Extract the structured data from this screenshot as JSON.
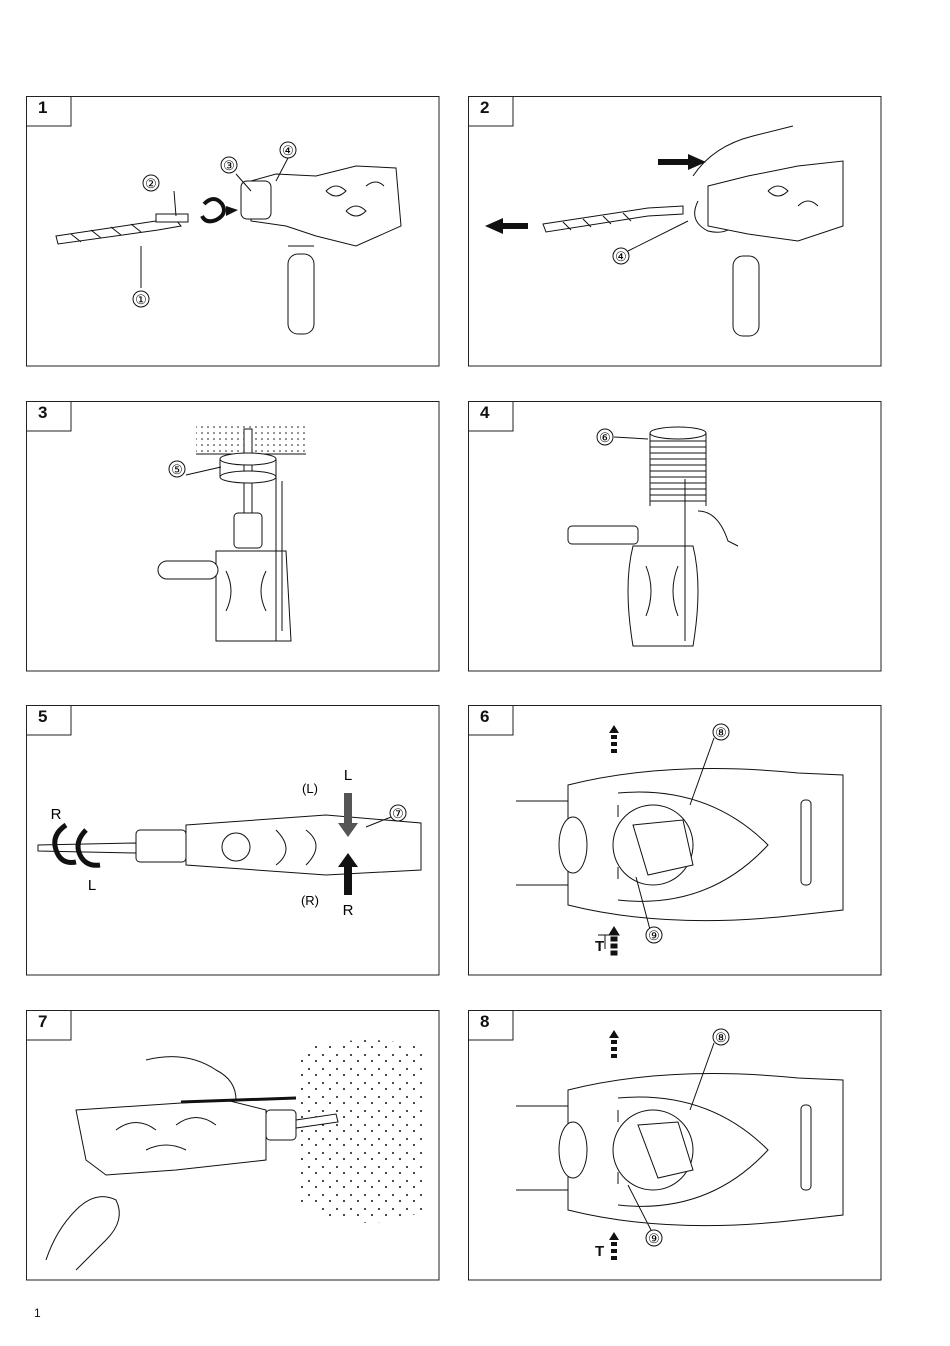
{
  "panels": [
    {
      "number": "1",
      "callouts": [
        "①",
        "②",
        "③",
        "④"
      ]
    },
    {
      "number": "2",
      "callouts": [
        "④"
      ]
    },
    {
      "number": "3",
      "callouts": [
        "⑤"
      ]
    },
    {
      "number": "4",
      "callouts": [
        "⑥"
      ]
    },
    {
      "number": "5",
      "callouts": [
        "⑦",
        "(L)",
        "(R)"
      ],
      "letters": [
        "R",
        "L",
        "L",
        "R"
      ]
    },
    {
      "number": "6",
      "callouts": [
        "⑧",
        "⑨"
      ],
      "letters": [
        "T"
      ]
    },
    {
      "number": "7",
      "callouts": []
    },
    {
      "number": "8",
      "callouts": [
        "⑧",
        "⑨"
      ],
      "letters": [
        "T"
      ]
    }
  ],
  "page_number": "1"
}
